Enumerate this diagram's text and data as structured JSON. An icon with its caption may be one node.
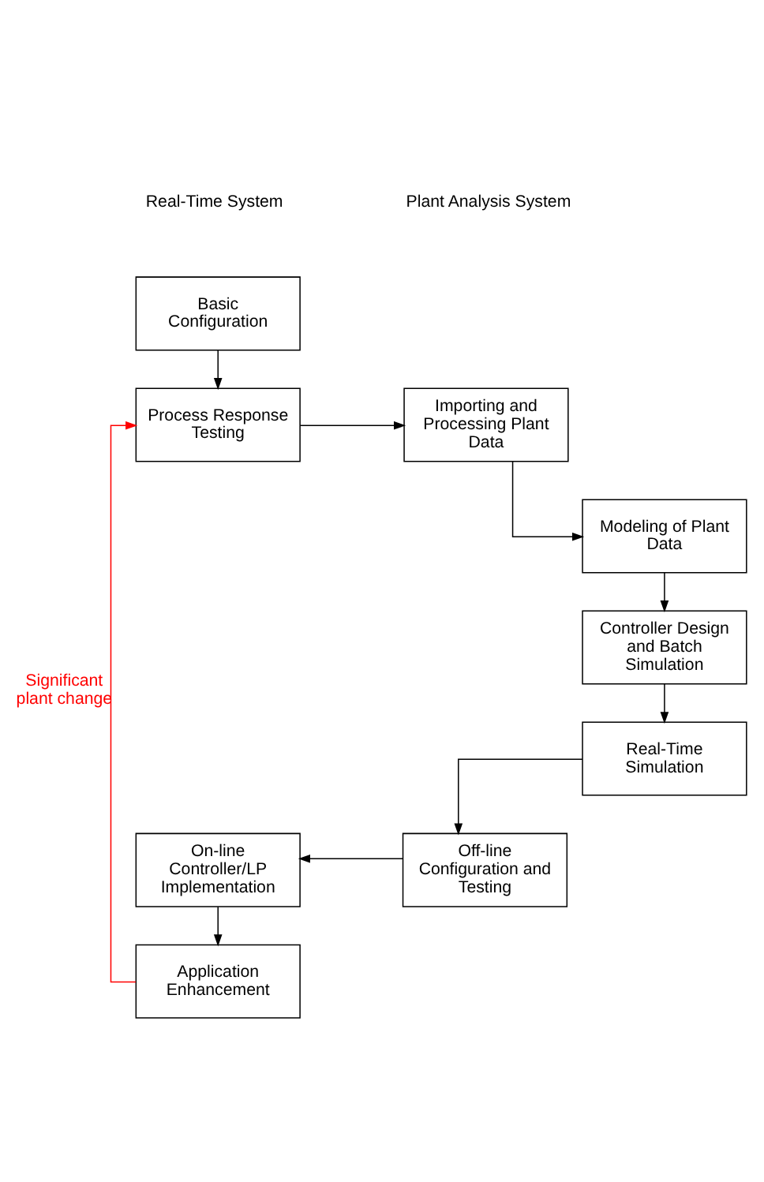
{
  "diagram": {
    "nodes": [
      {
        "text": [
          "Basic Configuration"
        ]
      },
      {
        "text": [
          "Process Response Testing"
        ]
      },
      {
        "text": [
          "Importing and Processing Plant Data"
        ]
      },
      {
        "text": [
          "Modeling of Plant Data"
        ]
      },
      {
        "text": [
          "Controller Design and Batch Simulation"
        ]
      },
      {
        "text": [
          "Real-Time Simulation"
        ]
      },
      {
        "text": [
          "Off-line Configuration and Testing"
        ]
      },
      {
        "text": [
          "On-line Controller/LP Implementation"
        ]
      },
      {
        "text": [
          "Application Enhancement"
        ]
      }
    ],
    "edges": [
      {
        "from": 0,
        "to": 1,
        "arrow": "to"
      },
      {
        "from": 1,
        "to": 2,
        "arrow": "to"
      },
      {
        "from": 2,
        "to": 3,
        "arrow": "to"
      },
      {
        "from": 3,
        "to": 4,
        "arrow": "to"
      },
      {
        "from": 4,
        "to": 5,
        "arrow": "to"
      },
      {
        "from": 5,
        "to": 6,
        "arrow": "to"
      },
      {
        "from": 6,
        "to": 7,
        "arrow": "to"
      },
      {
        "from": 7,
        "to": 8,
        "arrow": "to"
      },
      {
        "from": 8,
        "to": 1,
        "arrow": "to",
        "label": "Significant plant change",
        "color": "#ff0000"
      }
    ],
    "labels": [
      "Real-Time System",
      "Plant Analysis System"
    ]
  }
}
